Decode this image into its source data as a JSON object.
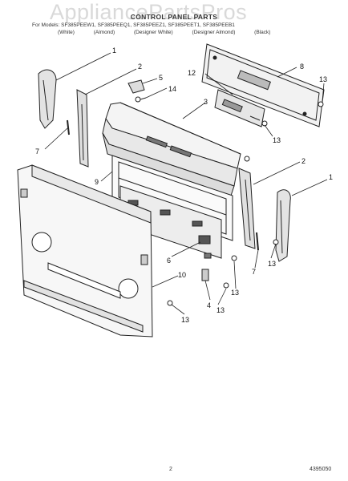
{
  "watermark": "AppliancePartsPros",
  "title": "CONTROL PANEL PARTS",
  "subtitle": "For Models: SF385PEEW1, SF385PEEQ1, SF385PEEZ1, SF385PEET1, SF385PEEB1",
  "colors": [
    "(White)",
    "(Almond)",
    "(Designer White)",
    "(Designer Almond)",
    "(Black)"
  ],
  "page_number": "2",
  "part_number": "4395050",
  "callouts": {
    "c1_left": "1",
    "c2_left": "2",
    "c5": "5",
    "c14": "14",
    "c12": "12",
    "c8": "8",
    "c13_a": "13",
    "c3": "3",
    "c13_b": "13",
    "c7_left": "7",
    "c9": "9",
    "c2_right": "2",
    "c1_right": "1",
    "c6": "6",
    "c7_right": "7",
    "c13_c": "13",
    "c13_d": "13",
    "c10": "10",
    "c4": "4",
    "c13_e": "13",
    "c13_f": "13"
  }
}
